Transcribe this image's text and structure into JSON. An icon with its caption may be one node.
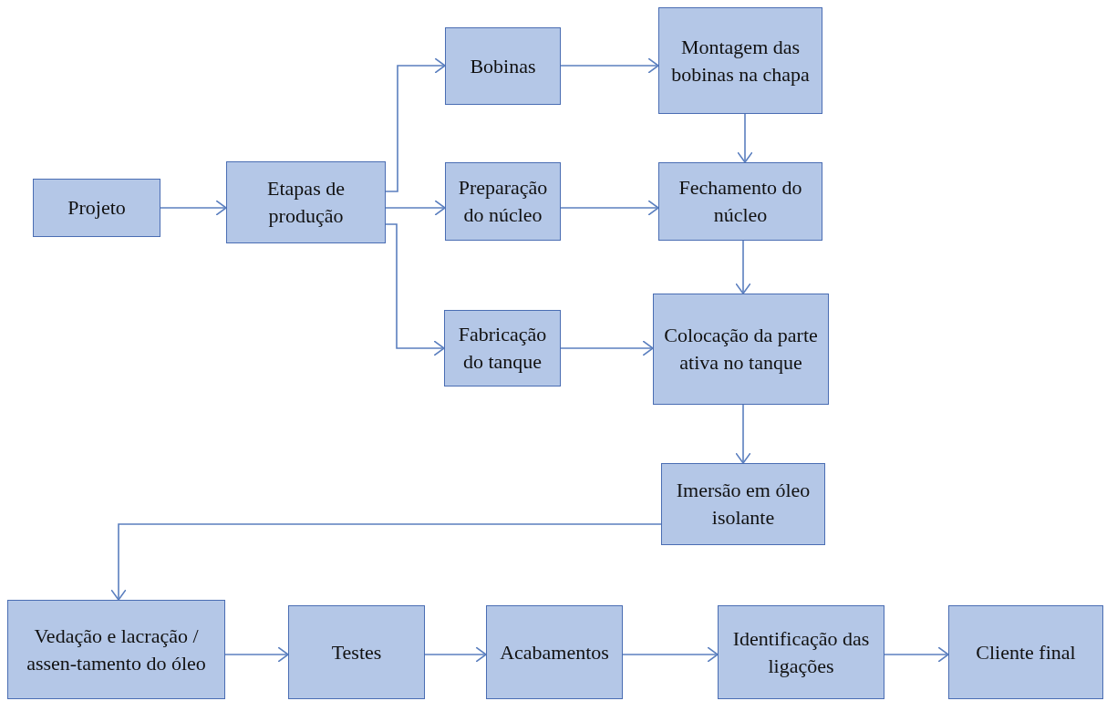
{
  "diagram": {
    "nodes": [
      {
        "text": [
          "Projeto"
        ]
      },
      {
        "text": [
          "Etapas de produção"
        ]
      },
      {
        "text": [
          "Bobinas"
        ]
      },
      {
        "text": [
          "Montagem das bobinas na chapa"
        ]
      },
      {
        "text": [
          "Preparação do núcleo"
        ]
      },
      {
        "text": [
          "Fechamento do núcleo"
        ]
      },
      {
        "text": [
          "Fabricação do tanque"
        ]
      },
      {
        "text": [
          "Colocação da parte ativa no tanque"
        ]
      },
      {
        "text": [
          "Imersão em óleo isolante"
        ]
      },
      {
        "text": [
          "Vedação e lacração / assen-tamento do óleo"
        ]
      },
      {
        "text": [
          "Testes"
        ]
      },
      {
        "text": [
          "Acabamentos"
        ]
      },
      {
        "text": [
          "Identificação das ligações"
        ]
      },
      {
        "text": [
          "Cliente final"
        ]
      }
    ],
    "edges": [
      {
        "from": 0,
        "to": 1,
        "arrow": "to"
      },
      {
        "from": 1,
        "to": 2,
        "arrow": "to"
      },
      {
        "from": 1,
        "to": 4,
        "arrow": "to"
      },
      {
        "from": 1,
        "to": 6,
        "arrow": "to"
      },
      {
        "from": 2,
        "to": 3,
        "arrow": "to"
      },
      {
        "from": 3,
        "to": 5,
        "arrow": "to"
      },
      {
        "from": 4,
        "to": 5,
        "arrow": "to"
      },
      {
        "from": 5,
        "to": 7,
        "arrow": "to"
      },
      {
        "from": 6,
        "to": 7,
        "arrow": "to"
      },
      {
        "from": 7,
        "to": 8,
        "arrow": "to"
      },
      {
        "from": 8,
        "to": 9,
        "arrow": "to"
      },
      {
        "from": 9,
        "to": 10,
        "arrow": "to"
      },
      {
        "from": 10,
        "to": 11,
        "arrow": "to"
      },
      {
        "from": 11,
        "to": 12,
        "arrow": "to"
      },
      {
        "from": 12,
        "to": 13,
        "arrow": "to"
      }
    ]
  }
}
